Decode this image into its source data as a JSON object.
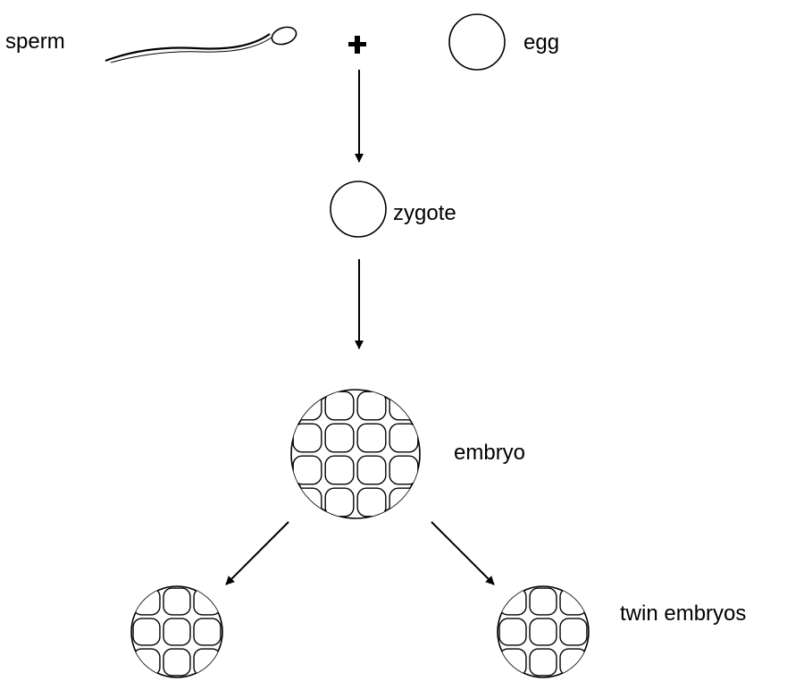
{
  "labels": {
    "sperm": "sperm",
    "egg": "egg",
    "zygote": "zygote",
    "embryo": "embryo",
    "twin_embryos": "twin embryos"
  },
  "symbols": {
    "plus": "plus-icon"
  },
  "colors": {
    "stroke": "#000000",
    "background": "#ffffff"
  }
}
